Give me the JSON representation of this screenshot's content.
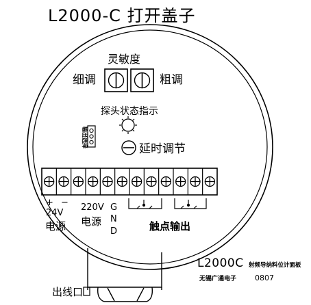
{
  "title": "L2000-C 打开盖子",
  "sensitivity": {
    "label": "灵敏度",
    "fine": "细调",
    "coarse": "粗调"
  },
  "probe_status": "探头状态指示",
  "delay_adjust": "延时调节",
  "output_select": "输出选择",
  "terminals": {
    "count": 12
  },
  "labels": {
    "plus": "+",
    "minus": "−",
    "v24": "24V",
    "power_left": "电源",
    "v220": "220V",
    "g": "G",
    "n": "N",
    "d": "D",
    "power_mid": "电源",
    "contact_output": "触点输出"
  },
  "cable_exit": "出线口",
  "board": {
    "model": "L2000C",
    "name": "射频导纳料位计面板",
    "maker": "无锡广通电子",
    "code": "0807"
  },
  "colors": {
    "line": "#000000",
    "background": "#ffffff"
  }
}
